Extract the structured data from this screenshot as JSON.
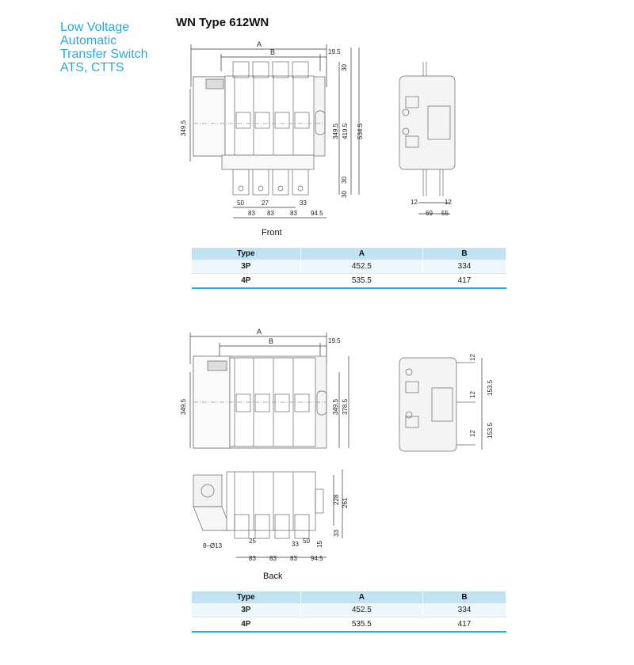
{
  "sidebar": {
    "title_lines": [
      "Low Voltage",
      "Automatic",
      "Transfer Switch",
      "ATS, CTTS"
    ]
  },
  "page": {
    "title": "WN Type 612WN"
  },
  "front": {
    "caption": "Front",
    "dims": {
      "A": "A",
      "B": "B",
      "d19_5": "19.5",
      "d30a": "30",
      "d30b": "30",
      "d30c": "30",
      "d349_5": "349.5",
      "d349_5b": "349.5",
      "d419_5": "419.5",
      "d534_5": "534.5",
      "d50": "50",
      "d27": "27",
      "d33": "33",
      "d83a": "83",
      "d83b": "83",
      "d83c": "83",
      "d94_5": "94.5",
      "side12a": "12",
      "side12b": "12",
      "side69": "69",
      "side55": "55"
    }
  },
  "back": {
    "caption": "Back",
    "dims": {
      "A": "A",
      "B": "B",
      "d19_5": "19.5",
      "d349_5": "349.5",
      "d349_5b": "349.5",
      "d378_5": "378.5",
      "d228": "228",
      "d261": "261",
      "d25": "25",
      "d8_13": "8–Ø13",
      "d33a": "33",
      "d50": "50",
      "d15": "15",
      "d33v": "33",
      "d83a": "83",
      "d83b": "83",
      "d83c": "83",
      "d94_5": "94.5",
      "side12a": "12",
      "side12b": "12",
      "side12c": "12",
      "side153a": "153.5",
      "side153b": "153.5"
    }
  },
  "tables": [
    {
      "headers": [
        "Type",
        "A",
        "B"
      ],
      "rows": [
        [
          "3P",
          "452.5",
          "334"
        ],
        [
          "4P",
          "535.5",
          "417"
        ]
      ]
    },
    {
      "headers": [
        "Type",
        "A",
        "B"
      ],
      "rows": [
        [
          "3P",
          "452.5",
          "334"
        ],
        [
          "4P",
          "535.5",
          "417"
        ]
      ]
    }
  ]
}
